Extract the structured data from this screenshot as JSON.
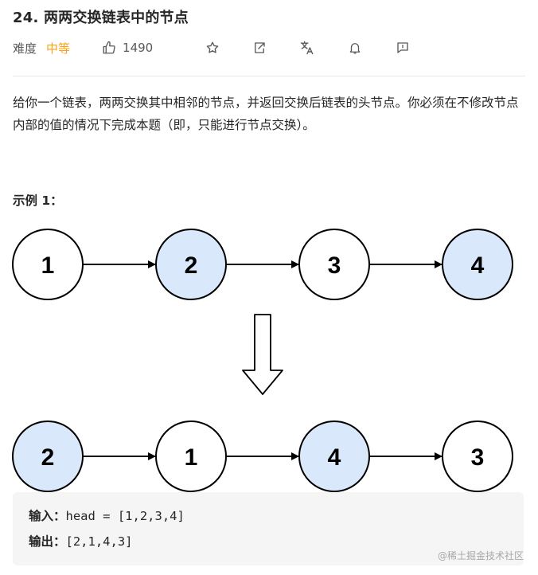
{
  "problem": {
    "title": "24. 两两交换链表中的节点",
    "difficulty_label": "难度",
    "difficulty": "中等",
    "likes": "1490",
    "description": "给你一个链表，两两交换其中相邻的节点，并返回交换后链表的头节点。你必须在不修改节点内部的值的情况下完成本题（即，只能进行节点交换）。"
  },
  "toolbar": {
    "icons": [
      "thumbs-up-icon",
      "star-icon",
      "share-icon",
      "translate-icon",
      "bell-icon",
      "feedback-icon"
    ]
  },
  "example": {
    "title": "示例 1：",
    "input_label": "输入：",
    "input_value": "head = [1,2,3,4]",
    "output_label": "输出：",
    "output_value": "[2,1,4,3]"
  },
  "diagram": {
    "before": [
      {
        "value": "1",
        "highlight": false
      },
      {
        "value": "2",
        "highlight": true
      },
      {
        "value": "3",
        "highlight": false
      },
      {
        "value": "4",
        "highlight": true
      }
    ],
    "after": [
      {
        "value": "2",
        "highlight": true
      },
      {
        "value": "1",
        "highlight": false
      },
      {
        "value": "4",
        "highlight": true
      },
      {
        "value": "3",
        "highlight": false
      }
    ],
    "colors": {
      "highlight_fill": "#dae8fc",
      "plain_fill": "#ffffff",
      "stroke": "#000000"
    }
  },
  "watermark": "@稀土掘金技术社区",
  "colors": {
    "accent": "#ffa116",
    "code_bg": "#f5f5f5"
  }
}
